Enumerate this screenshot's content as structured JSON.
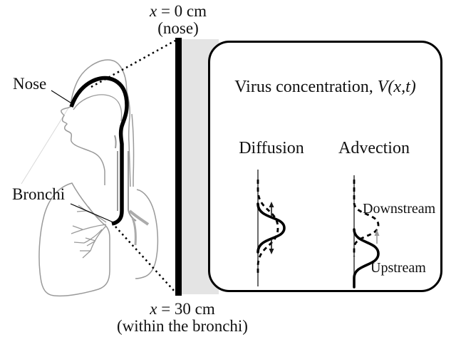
{
  "figure": {
    "colors": {
      "ink": "#000000",
      "outline_gray": "#9a9a9a",
      "mucus_gray": "#e4e4e4",
      "arrow_gray": "#9a9a9a"
    },
    "top_axis_label": {
      "variable": "x",
      "equation": " = 0 cm",
      "note": "(nose)"
    },
    "bottom_axis_label": {
      "variable": "x",
      "equation": " = 30 cm",
      "note": "(within the bronchi)"
    },
    "anatomy": {
      "nose_label": "Nose",
      "bronchi_label": "Bronchi"
    },
    "inset_panel": {
      "title_prefix": "Virus concentration, ",
      "title_math": "V(x,t)",
      "columns": [
        {
          "heading": "Diffusion"
        },
        {
          "heading": "Advection"
        }
      ],
      "advection_labels": {
        "downstream": "Downstream",
        "upstream": "Upstream"
      }
    }
  }
}
